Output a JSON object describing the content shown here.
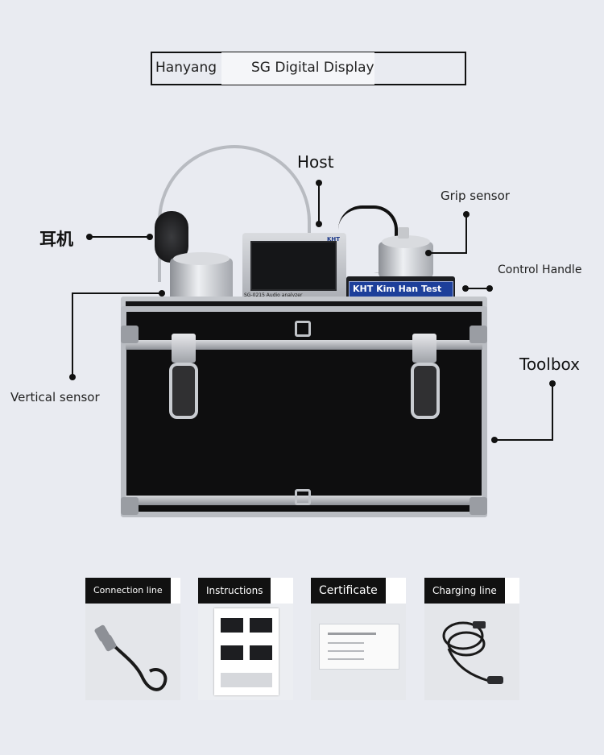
{
  "header": {
    "brand": "Hanyang",
    "title": "SG Digital Display"
  },
  "labels": {
    "host": "Host",
    "grip_sensor": "Grip sensor",
    "headphones": "耳机",
    "control_handle": "Control Handle",
    "vertical_sensor": "Vertical sensor",
    "toolbox": "Toolbox"
  },
  "product": {
    "host_brand": "KHT",
    "host_model": "SG-0215   Audio analyzer",
    "handle_label": "KHT Kim Han Test"
  },
  "accessories": [
    {
      "label": "Connection line"
    },
    {
      "label": "Instructions"
    },
    {
      "label": "Certificate"
    },
    {
      "label": "Charging line"
    }
  ],
  "colors": {
    "background": "#e9ebf1",
    "case": "#0e0e0f",
    "frame": "#b9bcc2",
    "handle_label": "#1d3f9a"
  }
}
